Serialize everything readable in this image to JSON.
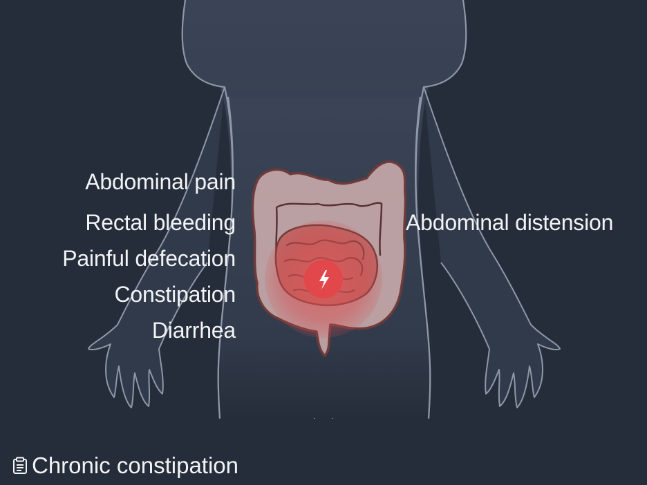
{
  "symptoms_left": [
    "Abdominal pain",
    "Rectal bleeding",
    "Painful defecation",
    "Constipation",
    "Diarrhea"
  ],
  "symptoms_right": [
    "Abdominal distension"
  ],
  "caption": {
    "icon": "clipboard-icon",
    "text": "Chronic constipation"
  },
  "pain_marker": {
    "icon": "lightning-bolt-icon"
  },
  "colors": {
    "background": "#262d3a",
    "silhouette": "#343d4d",
    "outline": "#8e98a8",
    "intestine": "#c98a86",
    "pain_highlight": "#e0474a",
    "text": "#f2f3f5"
  }
}
